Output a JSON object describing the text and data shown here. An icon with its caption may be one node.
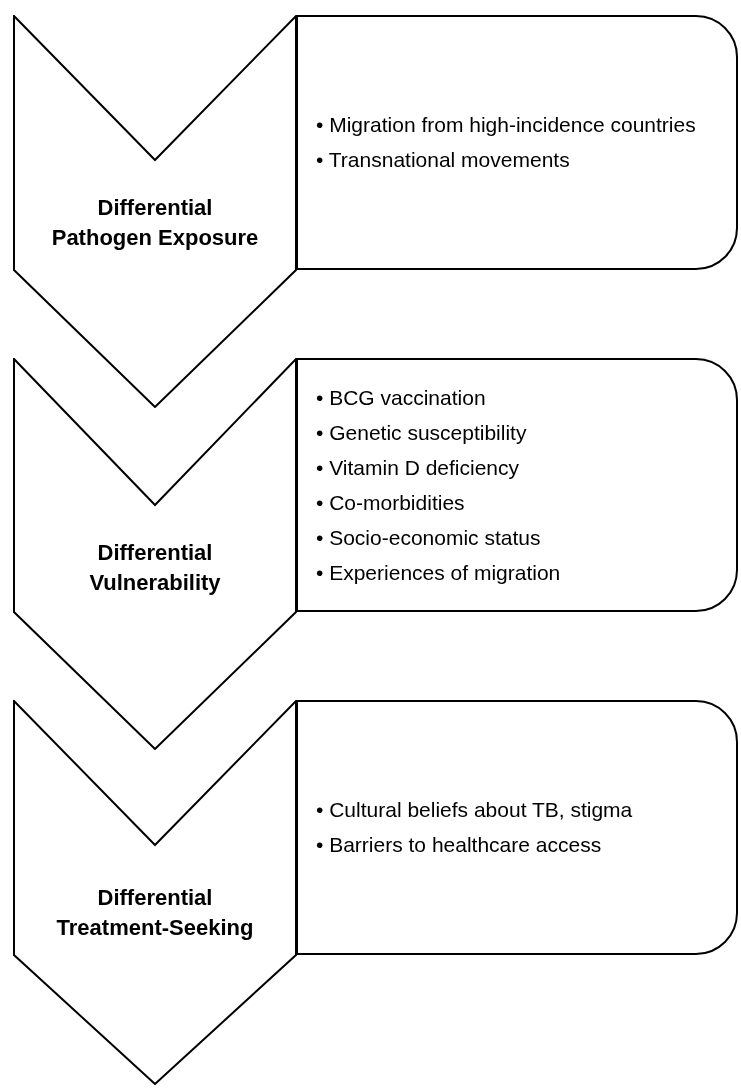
{
  "diagram": {
    "nodes": [
      {
        "text": [
          "Differential Pathogen Exposure"
        ]
      },
      {
        "text": [
          "• Migration from high-incidence countries",
          "• Transnational movements"
        ]
      },
      {
        "text": [
          "Differential Vulnerability"
        ]
      },
      {
        "text": [
          "• BCG vaccination",
          "• Genetic susceptibility",
          "• Vitamin D deficiency",
          "• Co-morbidities",
          "• Socio-economic status",
          "• Experiences of migration"
        ]
      },
      {
        "text": [
          "Differential Treatment-Seeking"
        ]
      },
      {
        "text": [
          "• Cultural beliefs about TB, stigma",
          "• Barriers to healthcare access"
        ]
      }
    ]
  }
}
